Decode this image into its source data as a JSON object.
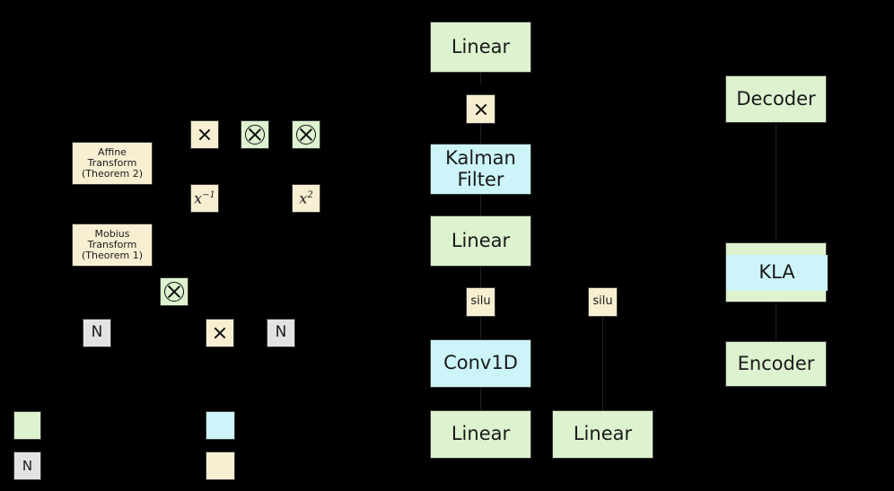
{
  "diagram": {
    "background_color": "#000000",
    "palette": {
      "green": "#ddf2cf",
      "cyan": "#cdf5f9",
      "beige": "#f8efd2",
      "gray": "#e3e3e3",
      "text": "#1a1a1a",
      "border": "#3a3a3a"
    }
  },
  "left_panel": {
    "affine_transform": "Affine\nTransform\n(Theorem 2)",
    "mobius_transform": "Mobius\nTransform\n(Theorem 1)",
    "op_times_top": "×",
    "op_otimes_1": "⊗",
    "op_otimes_2": "⊗",
    "x_inverse": "x",
    "x_inverse_exp": "−1",
    "x_squared": "x",
    "x_squared_exp": "2",
    "op_otimes_3": "⊗",
    "norm_left": "N",
    "op_times_bottom": "×",
    "norm_right": "N"
  },
  "center_panel": {
    "linear_top": "Linear",
    "op_times": "×",
    "kalman_filter": "Kalman\nFilter",
    "linear_mid": "Linear",
    "silu_left": "silu",
    "silu_right": "silu",
    "conv1d": "Conv1D",
    "linear_bottom_left": "Linear",
    "linear_bottom_right": "Linear"
  },
  "right_panel": {
    "decoder": "Decoder",
    "kla_outer": "",
    "kla": "KLA",
    "encoder": "Encoder"
  },
  "legend": {
    "items": [
      {
        "swatch": "green",
        "label": ""
      },
      {
        "swatch": "gray",
        "label": "N"
      },
      {
        "swatch": "cyan",
        "label": ""
      },
      {
        "swatch": "beige",
        "label": ""
      }
    ]
  }
}
